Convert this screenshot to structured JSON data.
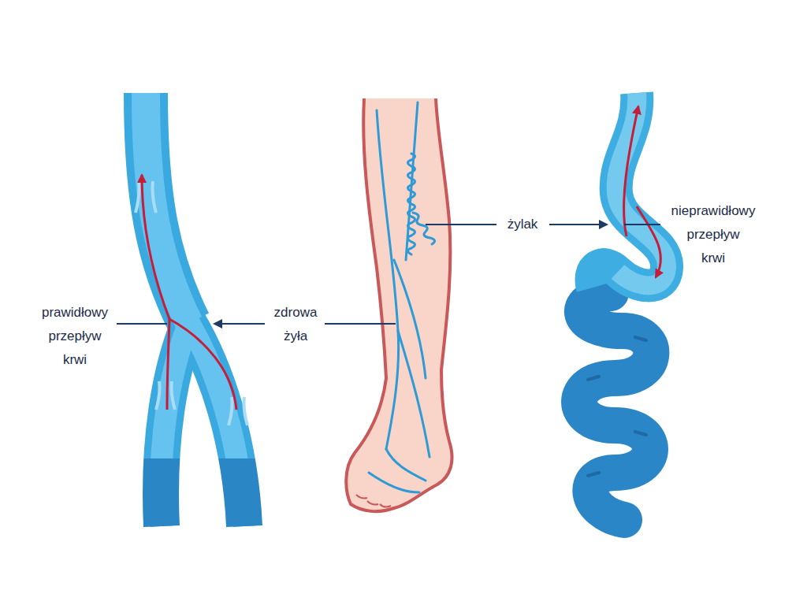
{
  "diagram": {
    "labels": [
      "prawidłowy przepływ krwi",
      "zdrowa żyła",
      "żylak",
      "nieprawidłowy przepływ krwi"
    ]
  }
}
